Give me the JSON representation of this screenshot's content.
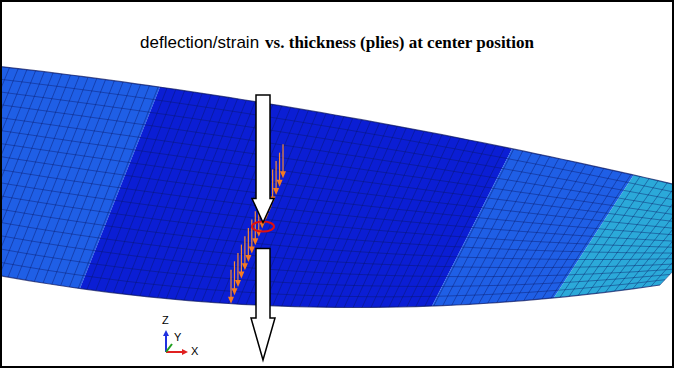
{
  "diagram": {
    "labels": [
      "deflection/strain",
      "vs. thickness (plies) at center position",
      "Z",
      "Y",
      "X"
    ]
  }
}
